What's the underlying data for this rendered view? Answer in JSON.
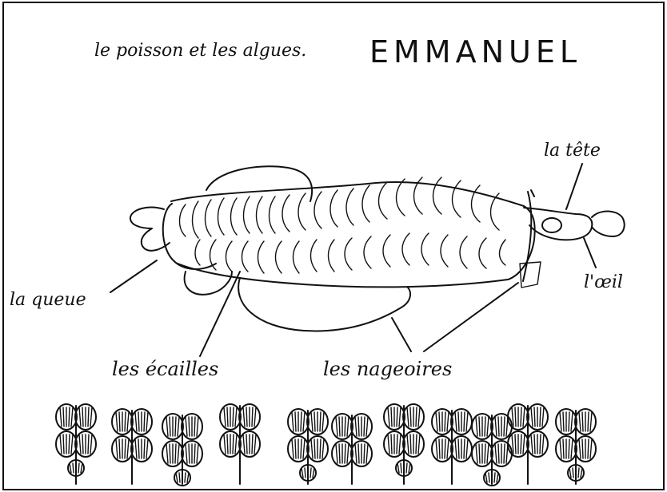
{
  "title": "le poisson et les algues.",
  "author": "EMMANUEL",
  "labels": {
    "head": "la tête",
    "eye": "l'œil",
    "tail": "la queue",
    "scales": "les écailles",
    "fins": "les nageoires"
  },
  "colors": {
    "ink": "#111111",
    "paper": "#ffffff"
  }
}
